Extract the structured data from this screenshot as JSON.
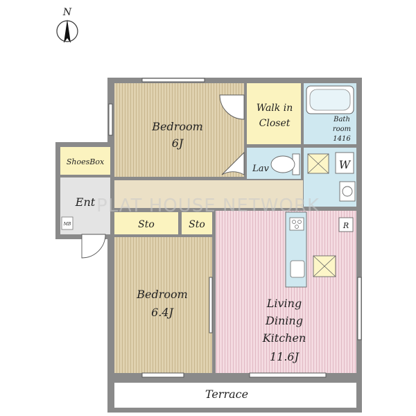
{
  "compass": {
    "label": "N"
  },
  "watermark": "PLAT HOUSE NETWORK",
  "rooms": {
    "bedroom1": {
      "name": "Bedroom",
      "size": "6J"
    },
    "bedroom2": {
      "name": "Bedroom",
      "size": "6.4J"
    },
    "walk_in_closet": {
      "line1": "Walk in",
      "line2": "Closet"
    },
    "bathroom": {
      "line1": "Bath",
      "line2": "room",
      "line3": "1416"
    },
    "lavatory": "Lav",
    "washer": "W",
    "shoes_box": "ShoesBox",
    "entrance": "Ent",
    "meter_box": "MB",
    "storage1": "Sto",
    "storage2": "Sto",
    "refrigerator": "R",
    "ldk": {
      "line1": "Living",
      "line2": "Dining",
      "line3": "Kitchen",
      "line4": "11.6J"
    },
    "terrace": "Terrace"
  },
  "colors": {
    "wall": "#8a8a8a",
    "bedroom_floor": "#d9c9a6",
    "ldk_floor": "#f2d4dc",
    "wet_area": "#cfe8f0",
    "storage": "#fbf3bf",
    "hallway": "#ebe0c6",
    "entrance": "#e4e4e4"
  }
}
